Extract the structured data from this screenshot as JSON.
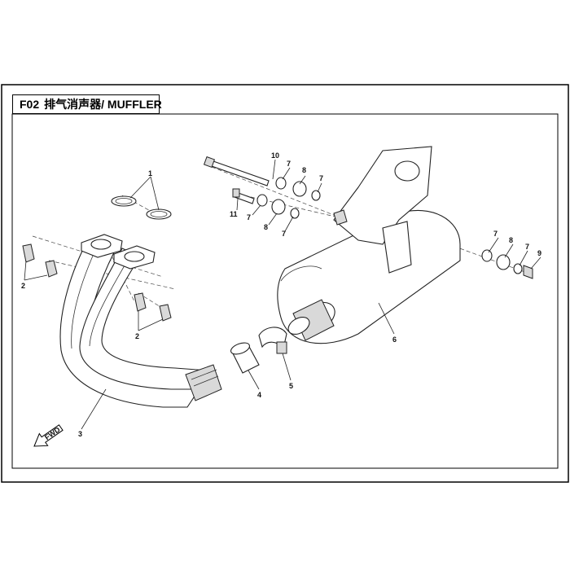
{
  "header": {
    "code": "F02",
    "title": "排气消声器/ MUFFLER"
  },
  "callouts": [
    {
      "id": "c1",
      "label": "1"
    },
    {
      "id": "c2a",
      "label": "2"
    },
    {
      "id": "c2b",
      "label": "2"
    },
    {
      "id": "c3",
      "label": "3"
    },
    {
      "id": "c4",
      "label": "4"
    },
    {
      "id": "c5",
      "label": "5"
    },
    {
      "id": "c6",
      "label": "6"
    },
    {
      "id": "c7a",
      "label": "7"
    },
    {
      "id": "c7b",
      "label": "7"
    },
    {
      "id": "c7c",
      "label": "7"
    },
    {
      "id": "c7d",
      "label": "7"
    },
    {
      "id": "c7e",
      "label": "7"
    },
    {
      "id": "c7f",
      "label": "7"
    },
    {
      "id": "c8a",
      "label": "8"
    },
    {
      "id": "c8b",
      "label": "8"
    },
    {
      "id": "c8c",
      "label": "8"
    },
    {
      "id": "c9",
      "label": "9"
    },
    {
      "id": "c10",
      "label": "10"
    },
    {
      "id": "c11",
      "label": "11"
    }
  ],
  "direction_arrow": {
    "label": "FWD"
  }
}
